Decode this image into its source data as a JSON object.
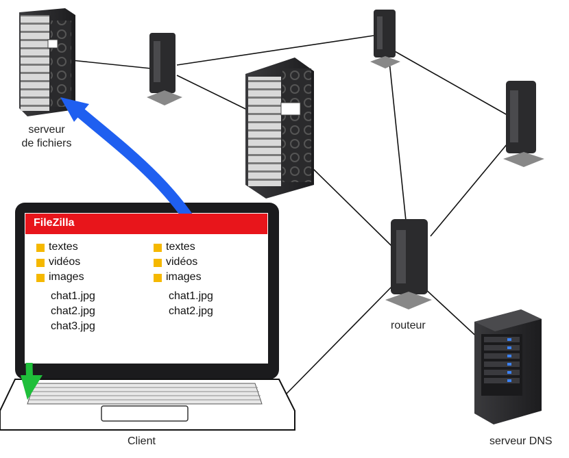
{
  "labels": {
    "file_server": [
      "serveur",
      "de fichiers"
    ],
    "router": "routeur",
    "client": "Client",
    "dns_server": "serveur DNS"
  },
  "filezilla": {
    "title": "FileZilla",
    "left_pane": {
      "folders": [
        "textes",
        "vidéos",
        "images"
      ],
      "files": [
        "chat1.jpg",
        "chat2.jpg",
        "chat3.jpg"
      ]
    },
    "right_pane": {
      "folders": [
        "textes",
        "vidéos",
        "images"
      ],
      "files": [
        "chat1.jpg",
        "chat2.jpg"
      ]
    }
  },
  "colors": {
    "titlebar": "#e8151b",
    "folder": "#f5b800",
    "blue_arrow": "#1f5ff0",
    "green_arrow": "#1fbf3a",
    "server": "#2e2e30"
  }
}
